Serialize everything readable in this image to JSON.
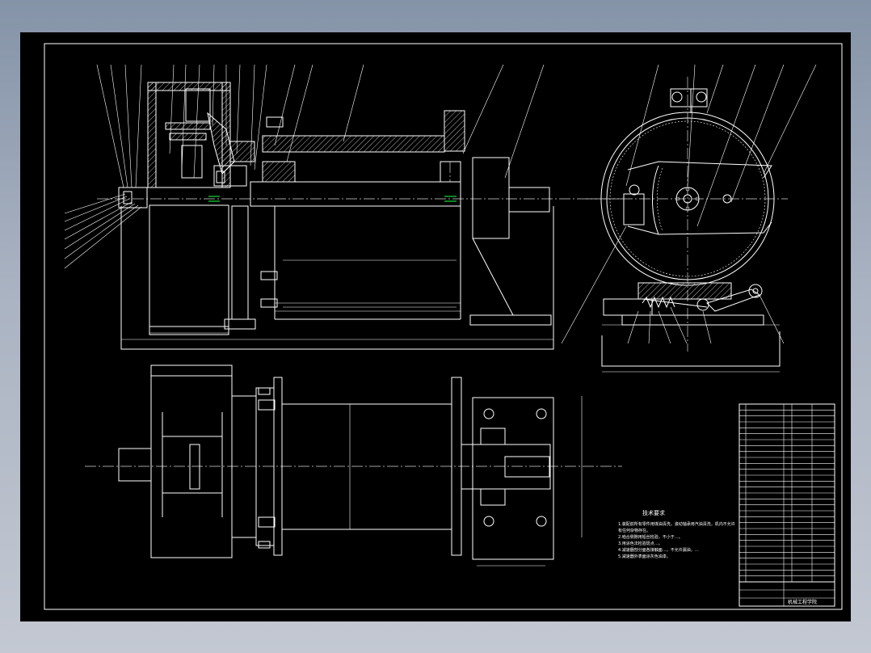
{
  "technical_requirements": {
    "title": "技术要求",
    "lines": [
      "1.装配前所有零件用煤油清洗，滚动轴承用汽油清洗，机内不允许",
      "有任何杂物存在。",
      "2.啮合侧隙用铅丝检验，不小于…。",
      "3.用涂色法检验斑点…。",
      "4.减速器剖分面各接触面…，不允许漏油，…",
      "5.减速器外表面涂灰色油漆。"
    ]
  },
  "title_block": {
    "org": "机械工程学院"
  },
  "colors": {
    "background": "#000000",
    "line": "#ffffff",
    "centerline_mark": "#19d83a",
    "frame_outer": "#8593a8"
  }
}
